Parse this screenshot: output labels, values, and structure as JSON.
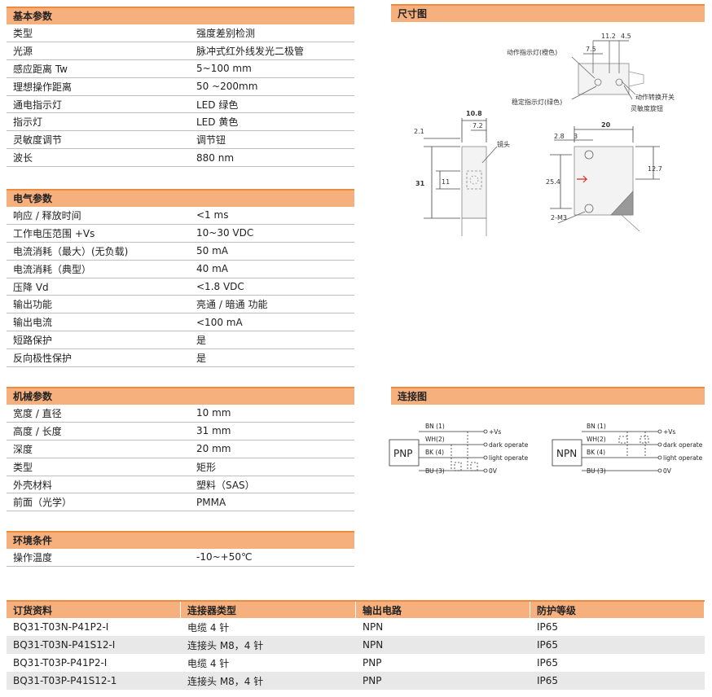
{
  "basic": {
    "title": "基本参数",
    "rows": [
      {
        "k": "类型",
        "v": "强度差别检测"
      },
      {
        "k": "光源",
        "v": "脉冲式红外线发光二极管"
      },
      {
        "k": "感应距离 Tw",
        "v": "5~100 mm"
      },
      {
        "k": "理想操作距离",
        "v": "50 ~200mm"
      },
      {
        "k": "通电指示灯",
        "v": "LED 绿色"
      },
      {
        "k": "指示灯",
        "v": "LED 黄色"
      },
      {
        "k": "灵敏度调节",
        "v": "调节钮"
      },
      {
        "k": "波长",
        "v": "880 nm"
      }
    ]
  },
  "electrical": {
    "title": "电气参数",
    "rows": [
      {
        "k": "响应 / 释放时间",
        "v": "<1 ms"
      },
      {
        "k": "工作电压范围 +Vs",
        "v": "10~30 VDC"
      },
      {
        "k": "电流消耗（最大）(无负载)",
        "v": "50 mA"
      },
      {
        "k": "电流消耗（典型）",
        "v": "40 mA"
      },
      {
        "k": "压降 Vd",
        "v": "<1.8 VDC"
      },
      {
        "k": "输出功能",
        "v": "亮通 / 暗通 功能"
      },
      {
        "k": "输出电流",
        "v": "<100 mA"
      },
      {
        "k": "短路保护",
        "v": "是"
      },
      {
        "k": "反向极性保护",
        "v": "是"
      }
    ]
  },
  "mechanical": {
    "title": "机械参数",
    "rows": [
      {
        "k": "宽度 / 直径",
        "v": "10 mm"
      },
      {
        "k": "高度 / 长度",
        "v": "31 mm"
      },
      {
        "k": "深度",
        "v": "20 mm"
      },
      {
        "k": "类型",
        "v": "矩形"
      },
      {
        "k": "外壳材料",
        "v": "塑料（SAS）"
      },
      {
        "k": "前面（光学）",
        "v": "PMMA"
      }
    ]
  },
  "environment": {
    "title": "环境条件",
    "rows": [
      {
        "k": "操作温度",
        "v": "-10~+50℃"
      }
    ]
  },
  "dimensions": {
    "title": "尺寸图",
    "labels": {
      "d11_2": "11.2",
      "d4_5": "4.5",
      "d7_5": "7.5",
      "action_led": "动作指示灯(橙色)",
      "stable_led": "稳定指示灯(绿色)",
      "action_switch": "动作转换开关",
      "sens_knob": "灵敏度旋钮",
      "d10_8": "10.8",
      "d2_1": "2.1",
      "d7_2": "7.2",
      "lens": "镜头",
      "d31": "31",
      "d11": "11",
      "d20": "20",
      "d2_8": "2.8",
      "d3": "3",
      "d12_7": "12.7",
      "d25_4": "25.4",
      "m3": "2-M3"
    }
  },
  "connection": {
    "title": "连接图",
    "pnp": {
      "label": "PNP",
      "bn": "BN (1)",
      "wh": "WH(2)",
      "bk": "BK (4)",
      "bu": "BU (3)",
      "vs": "+Vs",
      "dark": "dark operate",
      "light": "light operate",
      "zero": "0V"
    },
    "npn": {
      "label": "NPN",
      "bn": "BN (1)",
      "wh": "WH(2)",
      "bk": "BK (4)",
      "bu": "BU (3)",
      "vs": "+Vs",
      "dark": "dark operate",
      "light": "light operate",
      "zero": "0V"
    }
  },
  "ordering": {
    "headers": [
      "订货资料",
      "连接器类型",
      "输出电路",
      "防护等级"
    ],
    "rows": [
      [
        "BQ31-T03N-P41P2-I",
        "电缆 4 针",
        "NPN",
        "IP65"
      ],
      [
        "BQ31-T03N-P41S12-I",
        "连接头 M8，4 针",
        "NPN",
        "IP65"
      ],
      [
        "BQ31-T03P-P41P2-I",
        "电缆 4 针",
        "PNP",
        "IP65"
      ],
      [
        "BQ31-T03P-P41S12-1",
        "连接头 M8，4 针",
        "PNP",
        "IP65"
      ]
    ]
  }
}
